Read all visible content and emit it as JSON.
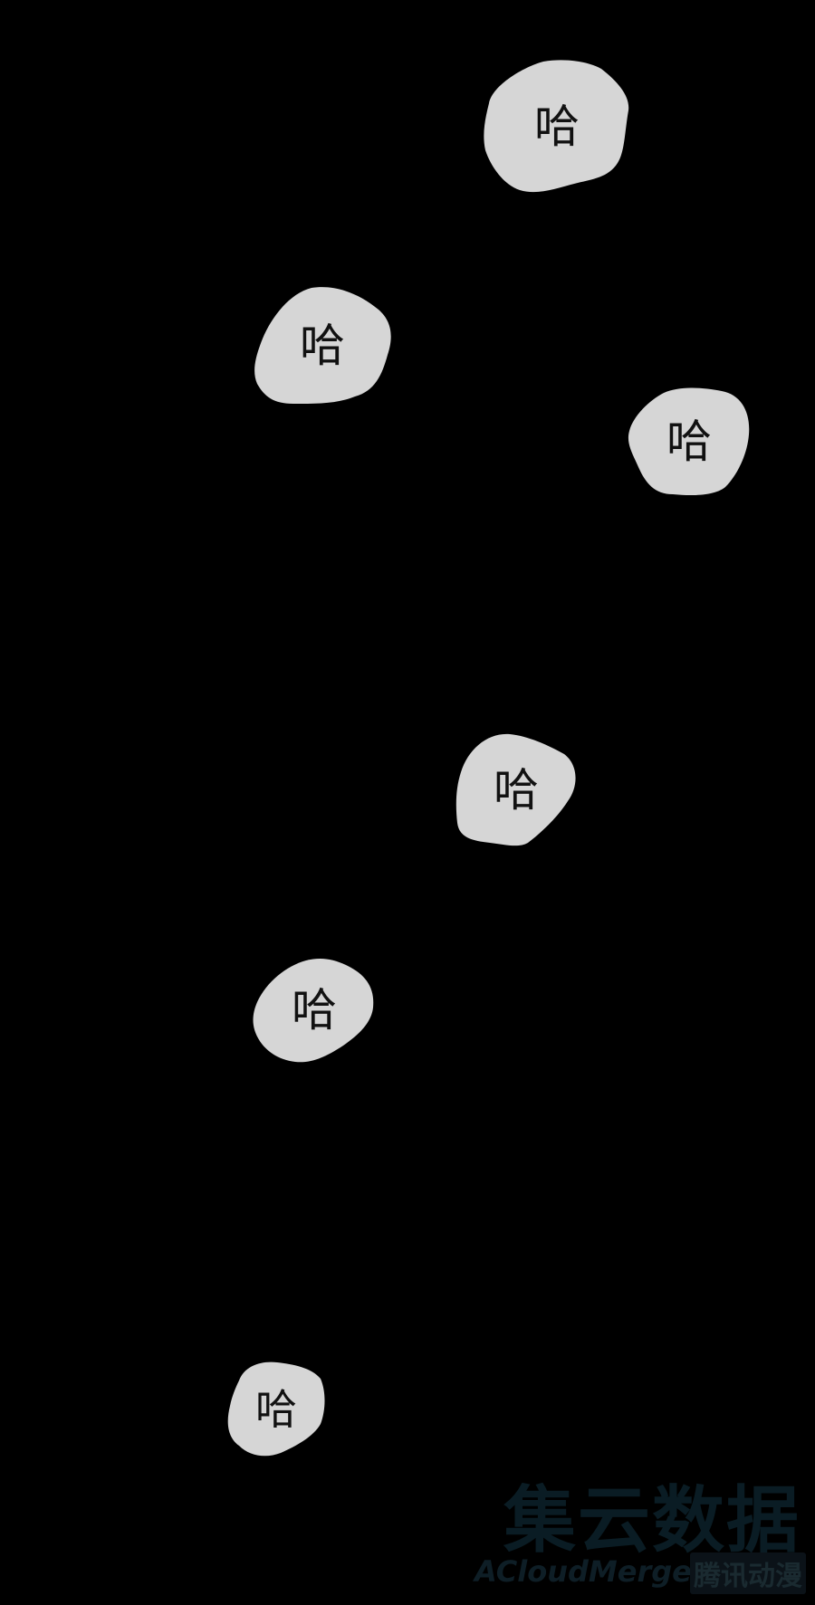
{
  "colors": {
    "background": "#000000",
    "bubble_fill": "#d6d6d6",
    "text": "#111111",
    "watermark": "#0a1c24"
  },
  "bubbles": [
    {
      "text": "哈"
    },
    {
      "text": "哈"
    },
    {
      "text": "哈"
    },
    {
      "text": "哈"
    },
    {
      "text": "哈"
    },
    {
      "text": "哈"
    }
  ],
  "watermark": {
    "main": "集云数据",
    "latin": "ACloudMerge",
    "badge": "腾讯动漫"
  }
}
